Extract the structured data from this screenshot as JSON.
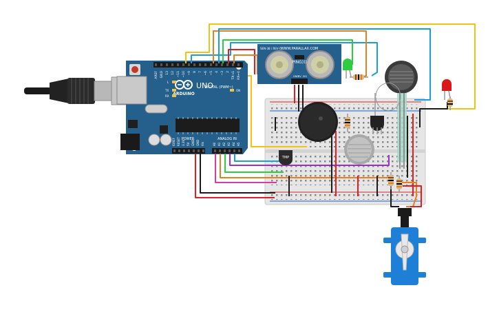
{
  "arduino": {
    "brand": "ARDUINO",
    "model": "UNO",
    "digital_header_label": "DIGITAL (PWM~)",
    "power_label": "POWER",
    "analog_label": "ANALOG IN",
    "tx_label": "TX",
    "rx_label": "RX",
    "on_label": "ON",
    "l_label": "L",
    "digital_pins": [
      "AREF",
      "GND",
      "13",
      "12",
      "~11",
      "~10",
      "~9",
      "8",
      "7",
      "~6",
      "~5",
      "4",
      "~3",
      "2",
      "TX→1",
      "RX←0"
    ],
    "power_pins": [
      "IOREF",
      "RESET",
      "3.3V",
      "5V",
      "GND",
      "GND",
      "Vin"
    ],
    "analog_pins": [
      "A0",
      "A1",
      "A2",
      "A3",
      "A4",
      "A5"
    ]
  },
  "sensor": {
    "name": "PING)))",
    "top_label": "SEN-38 / REV-C",
    "site_label": "WWW.PARALLAX.COM",
    "pins": [
      "GND",
      "5V",
      "SIG"
    ]
  },
  "temp_sensor": {
    "label": "TMP"
  },
  "colors": {
    "board": "#24608b",
    "wire_red": "#e02020",
    "wire_black": "#1a1a1a",
    "wire_yellow": "#f1c40f",
    "wire_orange": "#e67e22",
    "wire_green": "#2ecc40",
    "wire_blue": "#1a9fd4",
    "wire_purple": "#9b30c8",
    "wire_magenta": "#d33fa0",
    "servo_body": "#1e7fd6",
    "led_green": "#2ecc40",
    "led_red": "#d91818"
  }
}
